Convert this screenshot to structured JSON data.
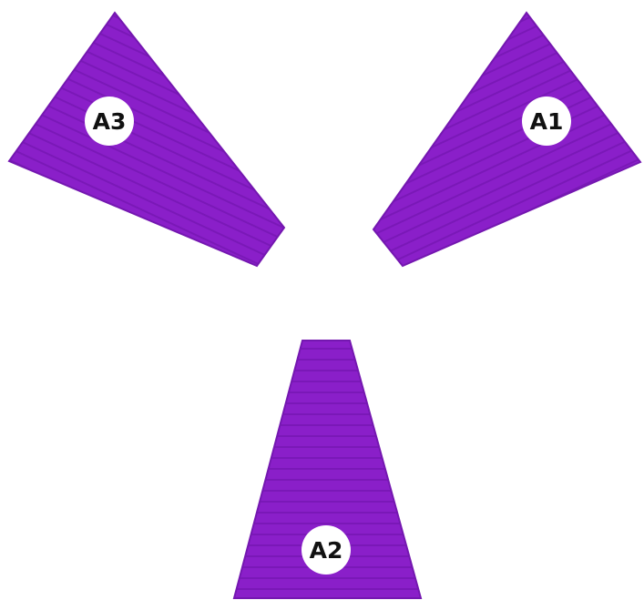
{
  "segments": [
    {
      "id": "A1",
      "label": "A1"
    },
    {
      "id": "A2",
      "label": "A2"
    },
    {
      "id": "A3",
      "label": "A3"
    }
  ],
  "colors": {
    "segment_fill": "#8a1fc9",
    "segment_edge": "#7417b0",
    "stripe": "#6d12a8",
    "label_bg": "#ffffff",
    "label_text": "#111111",
    "background": "#ffffff"
  }
}
